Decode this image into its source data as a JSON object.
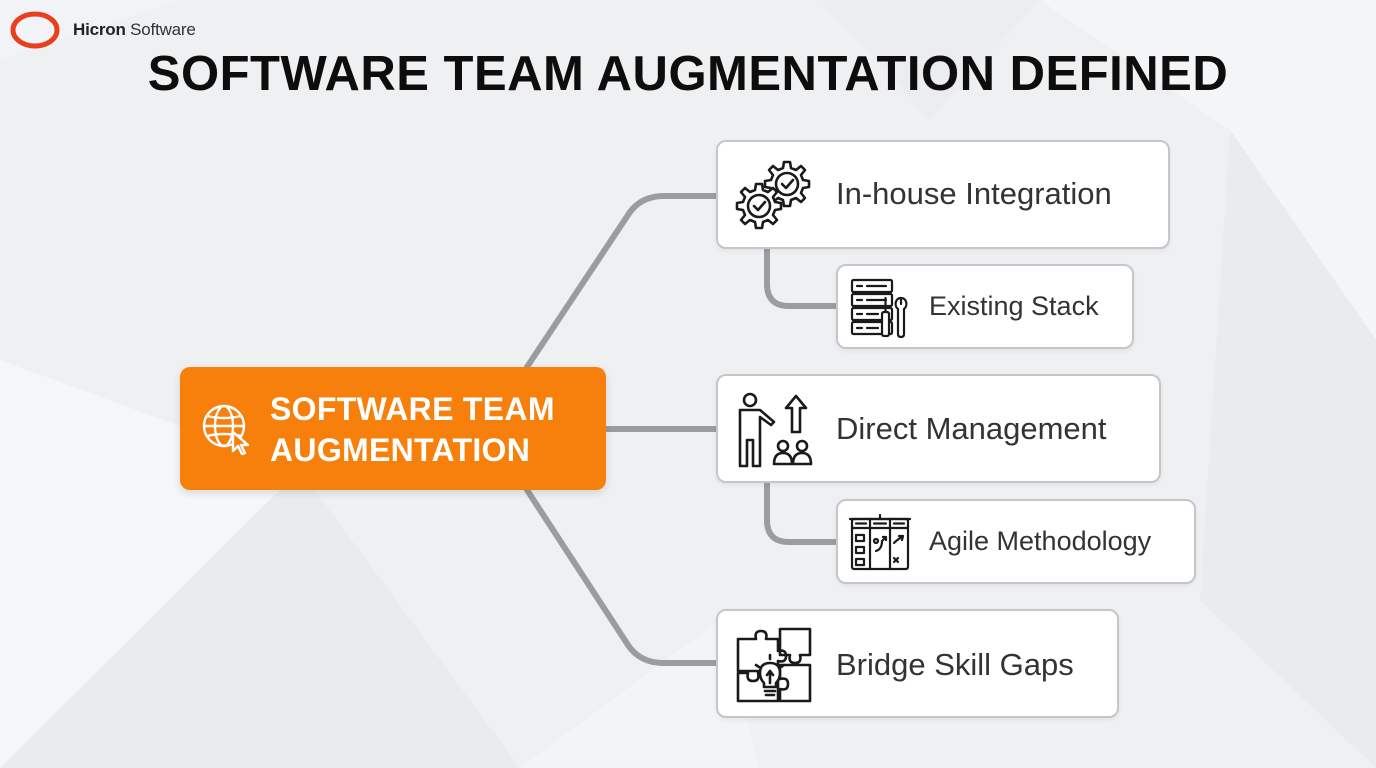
{
  "brand": {
    "name_strong": "Hicron",
    "name_light": " Software",
    "accent_color": "#f7800c",
    "logo_ring_color": "#e8401f"
  },
  "title": "SOFTWARE TEAM AUGMENTATION DEFINED",
  "center": {
    "line1": "SOFTWARE TEAM",
    "line2": "AUGMENTATION",
    "icon": "globe-cursor-icon"
  },
  "branches": [
    {
      "label": "In-house Integration",
      "icon": "gears-check-icon",
      "child": {
        "label": "Existing Stack",
        "icon": "server-tools-icon"
      }
    },
    {
      "label": "Direct Management",
      "icon": "presenter-team-icon",
      "child": {
        "label": "Agile Methodology",
        "icon": "kanban-board-icon"
      }
    },
    {
      "label": "Bridge Skill Gaps",
      "icon": "puzzle-lightbulb-icon"
    }
  ]
}
